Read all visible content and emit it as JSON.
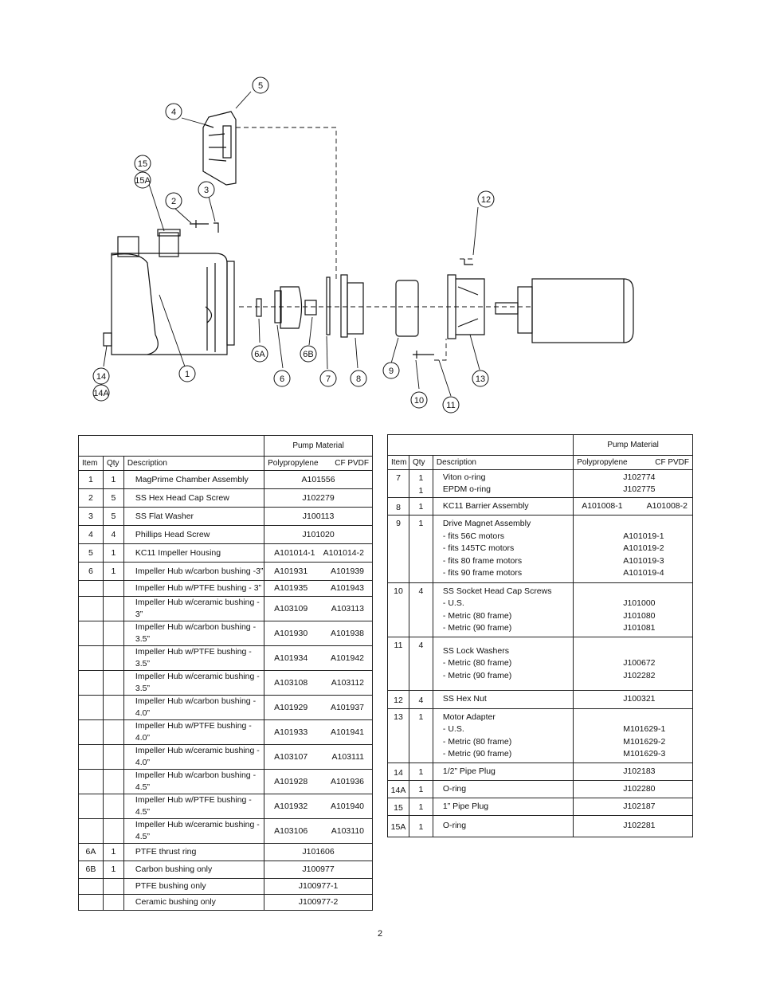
{
  "diagram": {
    "callouts": [
      "1",
      "2",
      "3",
      "4",
      "5",
      "6",
      "6A",
      "6B",
      "7",
      "8",
      "9",
      "10",
      "11",
      "12",
      "13",
      "14",
      "14A",
      "15",
      "15A"
    ]
  },
  "table_headers": {
    "pump_material": "Pump Material",
    "item": "Item",
    "qty": "Qty",
    "description": "Description",
    "polypropylene": "Polypropylene",
    "cf_pvdf": "CF PVDF"
  },
  "left_table": [
    {
      "item": "1",
      "qty": "1",
      "desc": [
        "MagPrime Chamber Assembly"
      ],
      "pp": "A101556",
      "pvdf": "",
      "merged": true
    },
    {
      "item": "2",
      "qty": "5",
      "desc": [
        "SS Hex Head Cap Screw"
      ],
      "pp": "J102279",
      "pvdf": "",
      "merged": true
    },
    {
      "item": "3",
      "qty": "5",
      "desc": [
        "SS Flat Washer"
      ],
      "pp": "J100113",
      "pvdf": "",
      "merged": true
    },
    {
      "item": "4",
      "qty": "4",
      "desc": [
        "Phillips Head Screw"
      ],
      "pp": "J101020",
      "pvdf": "",
      "merged": true
    },
    {
      "item": "5",
      "qty": "1",
      "desc": [
        "KC11 Impeller Housing"
      ],
      "pp": "A101014-1",
      "pvdf": "A101014-2",
      "merged": false
    },
    {
      "item": "6",
      "qty": "1",
      "desc": [
        "Impeller Hub w/carbon bushing -3”"
      ],
      "pp": "A101931",
      "pvdf": "A101939",
      "merged": false
    },
    {
      "item": "",
      "qty": "",
      "desc": [
        "Impeller Hub w/PTFE bushing - 3”"
      ],
      "pp": "A101935",
      "pvdf": "A101943",
      "merged": false
    },
    {
      "item": "",
      "qty": "",
      "desc": [
        "Impeller Hub w/ceramic bushing - 3”"
      ],
      "pp": "A103109",
      "pvdf": "A103113",
      "merged": false
    },
    {
      "item": "",
      "qty": "",
      "desc": [
        "Impeller Hub w/carbon bushing - 3.5”"
      ],
      "pp": "A101930",
      "pvdf": "A101938",
      "merged": false
    },
    {
      "item": "",
      "qty": "",
      "desc": [
        "Impeller Hub w/PTFE bushing - 3.5”"
      ],
      "pp": "A101934",
      "pvdf": "A101942",
      "merged": false
    },
    {
      "item": "",
      "qty": "",
      "desc": [
        "Impeller Hub w/ceramic bushing - 3.5”"
      ],
      "pp": "A103108",
      "pvdf": "A103112",
      "merged": false
    },
    {
      "item": "",
      "qty": "",
      "desc": [
        "Impeller Hub w/carbon bushing - 4.0”"
      ],
      "pp": "A101929",
      "pvdf": "A101937",
      "merged": false
    },
    {
      "item": "",
      "qty": "",
      "desc": [
        "Impeller Hub w/PTFE bushing - 4.0”"
      ],
      "pp": "A101933",
      "pvdf": "A101941",
      "merged": false
    },
    {
      "item": "",
      "qty": "",
      "desc": [
        "Impeller Hub w/ceramic bushing - 4.0”"
      ],
      "pp": "A103107",
      "pvdf": "A103111",
      "merged": false
    },
    {
      "item": "",
      "qty": "",
      "desc": [
        "Impeller Hub w/carbon bushing - 4.5”"
      ],
      "pp": "A101928",
      "pvdf": "A101936",
      "merged": false
    },
    {
      "item": "",
      "qty": "",
      "desc": [
        "Impeller Hub w/PTFE bushing - 4.5”"
      ],
      "pp": "A101932",
      "pvdf": "A101940",
      "merged": false
    },
    {
      "item": "",
      "qty": "",
      "desc": [
        "Impeller Hub w/ceramic bushing - 4.5”"
      ],
      "pp": "A103106",
      "pvdf": "A103110",
      "merged": false
    },
    {
      "item": "6A",
      "qty": "1",
      "desc": [
        "PTFE thrust ring"
      ],
      "pp": "J101606",
      "pvdf": "",
      "merged": true
    },
    {
      "item": "6B",
      "qty": "1",
      "desc": [
        "Carbon bushing only"
      ],
      "pp": "J100977",
      "pvdf": "",
      "merged": true
    },
    {
      "item": "",
      "qty": "",
      "desc": [
        "PTFE bushing only"
      ],
      "pp": "J100977-1",
      "pvdf": "",
      "merged": true
    },
    {
      "item": "",
      "qty": "",
      "desc": [
        "Ceramic bushing only"
      ],
      "pp": "J100977-2",
      "pvdf": "",
      "merged": true
    }
  ],
  "right_table": [
    {
      "item": "7",
      "qty": "1",
      "qty2": "1",
      "desc": [
        "Viton o-ring",
        "EPDM o-ring"
      ],
      "parts": [
        "J102774",
        "J102775"
      ],
      "merged": true
    },
    {
      "item": "8",
      "qty": "1",
      "desc": [
        "KC11 Barrier Assembly"
      ],
      "pp": "A101008-1",
      "pvdf": "A101008-2",
      "merged": false
    },
    {
      "item": "9",
      "qty": "1",
      "desc": [
        "Drive Magnet Assembly",
        "- fits 56C motors",
        "- fits 145TC motors",
        "- fits 80 frame motors",
        "- fits 90 frame motors"
      ],
      "parts": [
        "",
        "A101019-1",
        "A101019-2",
        "A101019-3",
        "A101019-4"
      ],
      "merged": true
    },
    {
      "item": "10",
      "qty": "4",
      "desc": [
        "SS Socket Head Cap Screws",
        "- U.S.",
        "- Metric (80 frame)",
        "- Metric (90 frame)"
      ],
      "parts": [
        "",
        "J101000",
        "J101080",
        "J101081"
      ],
      "merged": true
    },
    {
      "item": "11",
      "qty": "4",
      "desc": [
        "SS Lock Washers",
        "- Metric (80 frame)",
        "- Metric (90 frame)"
      ],
      "parts": [
        "",
        "J100672",
        "J102282"
      ],
      "merged": true
    },
    {
      "item": "12",
      "qty": "4",
      "desc": [
        "SS Hex Nut"
      ],
      "parts": [
        "J100321"
      ],
      "merged": true
    },
    {
      "item": "13",
      "qty": "1",
      "desc": [
        "Motor Adapter",
        "- U.S.",
        "- Metric (80 frame)",
        "- Metric (90 frame)"
      ],
      "parts": [
        "",
        "M101629-1",
        "M101629-2",
        "M101629-3"
      ],
      "merged": true
    },
    {
      "item": "14",
      "qty": "1",
      "desc": [
        "1/2” Pipe Plug"
      ],
      "parts": [
        "J102183"
      ],
      "merged": true
    },
    {
      "item": "14A",
      "qty": "1",
      "desc": [
        "O-ring"
      ],
      "parts": [
        "J102280"
      ],
      "merged": true
    },
    {
      "item": "15",
      "qty": "1",
      "desc": [
        "1” Pipe Plug"
      ],
      "parts": [
        "J102187"
      ],
      "merged": true
    },
    {
      "item": "15A",
      "qty": "1",
      "desc": [
        "O-ring"
      ],
      "parts": [
        "J102281"
      ],
      "merged": true
    }
  ],
  "page_number": "2"
}
